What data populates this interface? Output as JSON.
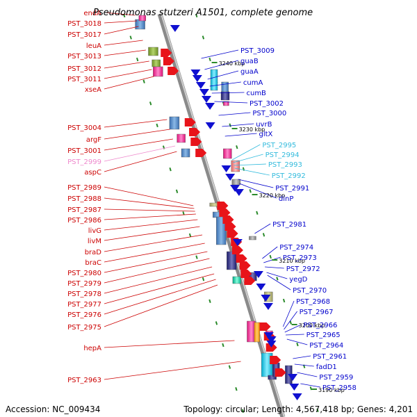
{
  "title": "Pseudomonas stutzeri A1501, complete genome",
  "footer": {
    "accession": "Accession: NC_009434",
    "topology": "Topology: circular; Length: 4,567,418 bp; Genes: 4,201"
  },
  "colors": {
    "left_label": "#cc0000",
    "left_pale_label": "#ee88cc",
    "right_label": "#0000cc",
    "right_cyan_label": "#33bbdd"
  },
  "ticks": [
    "3240 kbp",
    "3230 kbp",
    "3220 kbp",
    "3210 kbp",
    "3200 kbp",
    "3190 kbp"
  ],
  "left_labels": [
    {
      "text": "endA",
      "tone": "red"
    },
    {
      "text": "PST_3018",
      "tone": "red"
    },
    {
      "text": "PST_3017",
      "tone": "red"
    },
    {
      "text": "leuA",
      "tone": "red"
    },
    {
      "text": "PST_3013",
      "tone": "red"
    },
    {
      "text": "PST_3012",
      "tone": "red"
    },
    {
      "text": "PST_3011",
      "tone": "red"
    },
    {
      "text": "xseA",
      "tone": "red"
    },
    {
      "text": "PST_3004",
      "tone": "red"
    },
    {
      "text": "argF",
      "tone": "red"
    },
    {
      "text": "PST_3001",
      "tone": "red"
    },
    {
      "text": "PST_2999",
      "tone": "pale"
    },
    {
      "text": "aspC",
      "tone": "red"
    },
    {
      "text": "PST_2989",
      "tone": "red"
    },
    {
      "text": "PST_2988",
      "tone": "red"
    },
    {
      "text": "PST_2987",
      "tone": "red"
    },
    {
      "text": "PST_2986",
      "tone": "red"
    },
    {
      "text": "livG",
      "tone": "red"
    },
    {
      "text": "livM",
      "tone": "red"
    },
    {
      "text": "braD",
      "tone": "red"
    },
    {
      "text": "braC",
      "tone": "red"
    },
    {
      "text": "PST_2980",
      "tone": "red"
    },
    {
      "text": "PST_2979",
      "tone": "red"
    },
    {
      "text": "PST_2978",
      "tone": "red"
    },
    {
      "text": "PST_2977",
      "tone": "red"
    },
    {
      "text": "PST_2976",
      "tone": "red"
    },
    {
      "text": "PST_2975",
      "tone": "red"
    },
    {
      "text": "hepA",
      "tone": "red"
    },
    {
      "text": "PST_2963",
      "tone": "red"
    }
  ],
  "right_labels": [
    {
      "text": "PST_3009",
      "tone": "blue"
    },
    {
      "text": "guaB",
      "tone": "blue"
    },
    {
      "text": "guaA",
      "tone": "blue"
    },
    {
      "text": "cumA",
      "tone": "blue"
    },
    {
      "text": "cumB",
      "tone": "blue"
    },
    {
      "text": "PST_3002",
      "tone": "blue"
    },
    {
      "text": "PST_3000",
      "tone": "blue"
    },
    {
      "text": "uvrB",
      "tone": "blue"
    },
    {
      "text": "gltX",
      "tone": "blue"
    },
    {
      "text": "PST_2995",
      "tone": "cyan"
    },
    {
      "text": "PST_2994",
      "tone": "cyan"
    },
    {
      "text": "PST_2993",
      "tone": "cyan"
    },
    {
      "text": "PST_2992",
      "tone": "cyan"
    },
    {
      "text": "PST_2991",
      "tone": "blue"
    },
    {
      "text": "dinP",
      "tone": "blue"
    },
    {
      "text": "PST_2981",
      "tone": "blue"
    },
    {
      "text": "PST_2974",
      "tone": "blue"
    },
    {
      "text": "PST_2973",
      "tone": "blue"
    },
    {
      "text": "PST_2972",
      "tone": "blue"
    },
    {
      "text": "yegD",
      "tone": "blue"
    },
    {
      "text": "PST_2970",
      "tone": "blue"
    },
    {
      "text": "PST_2968",
      "tone": "blue"
    },
    {
      "text": "PST_2967",
      "tone": "blue"
    },
    {
      "text": "PST_2966",
      "tone": "blue"
    },
    {
      "text": "PST_2965",
      "tone": "blue"
    },
    {
      "text": "PST_2964",
      "tone": "blue"
    },
    {
      "text": "PST_2961",
      "tone": "blue"
    },
    {
      "text": "fadD1",
      "tone": "blue"
    },
    {
      "text": "PST_2959",
      "tone": "blue"
    },
    {
      "text": "PST_2958",
      "tone": "blue"
    }
  ]
}
